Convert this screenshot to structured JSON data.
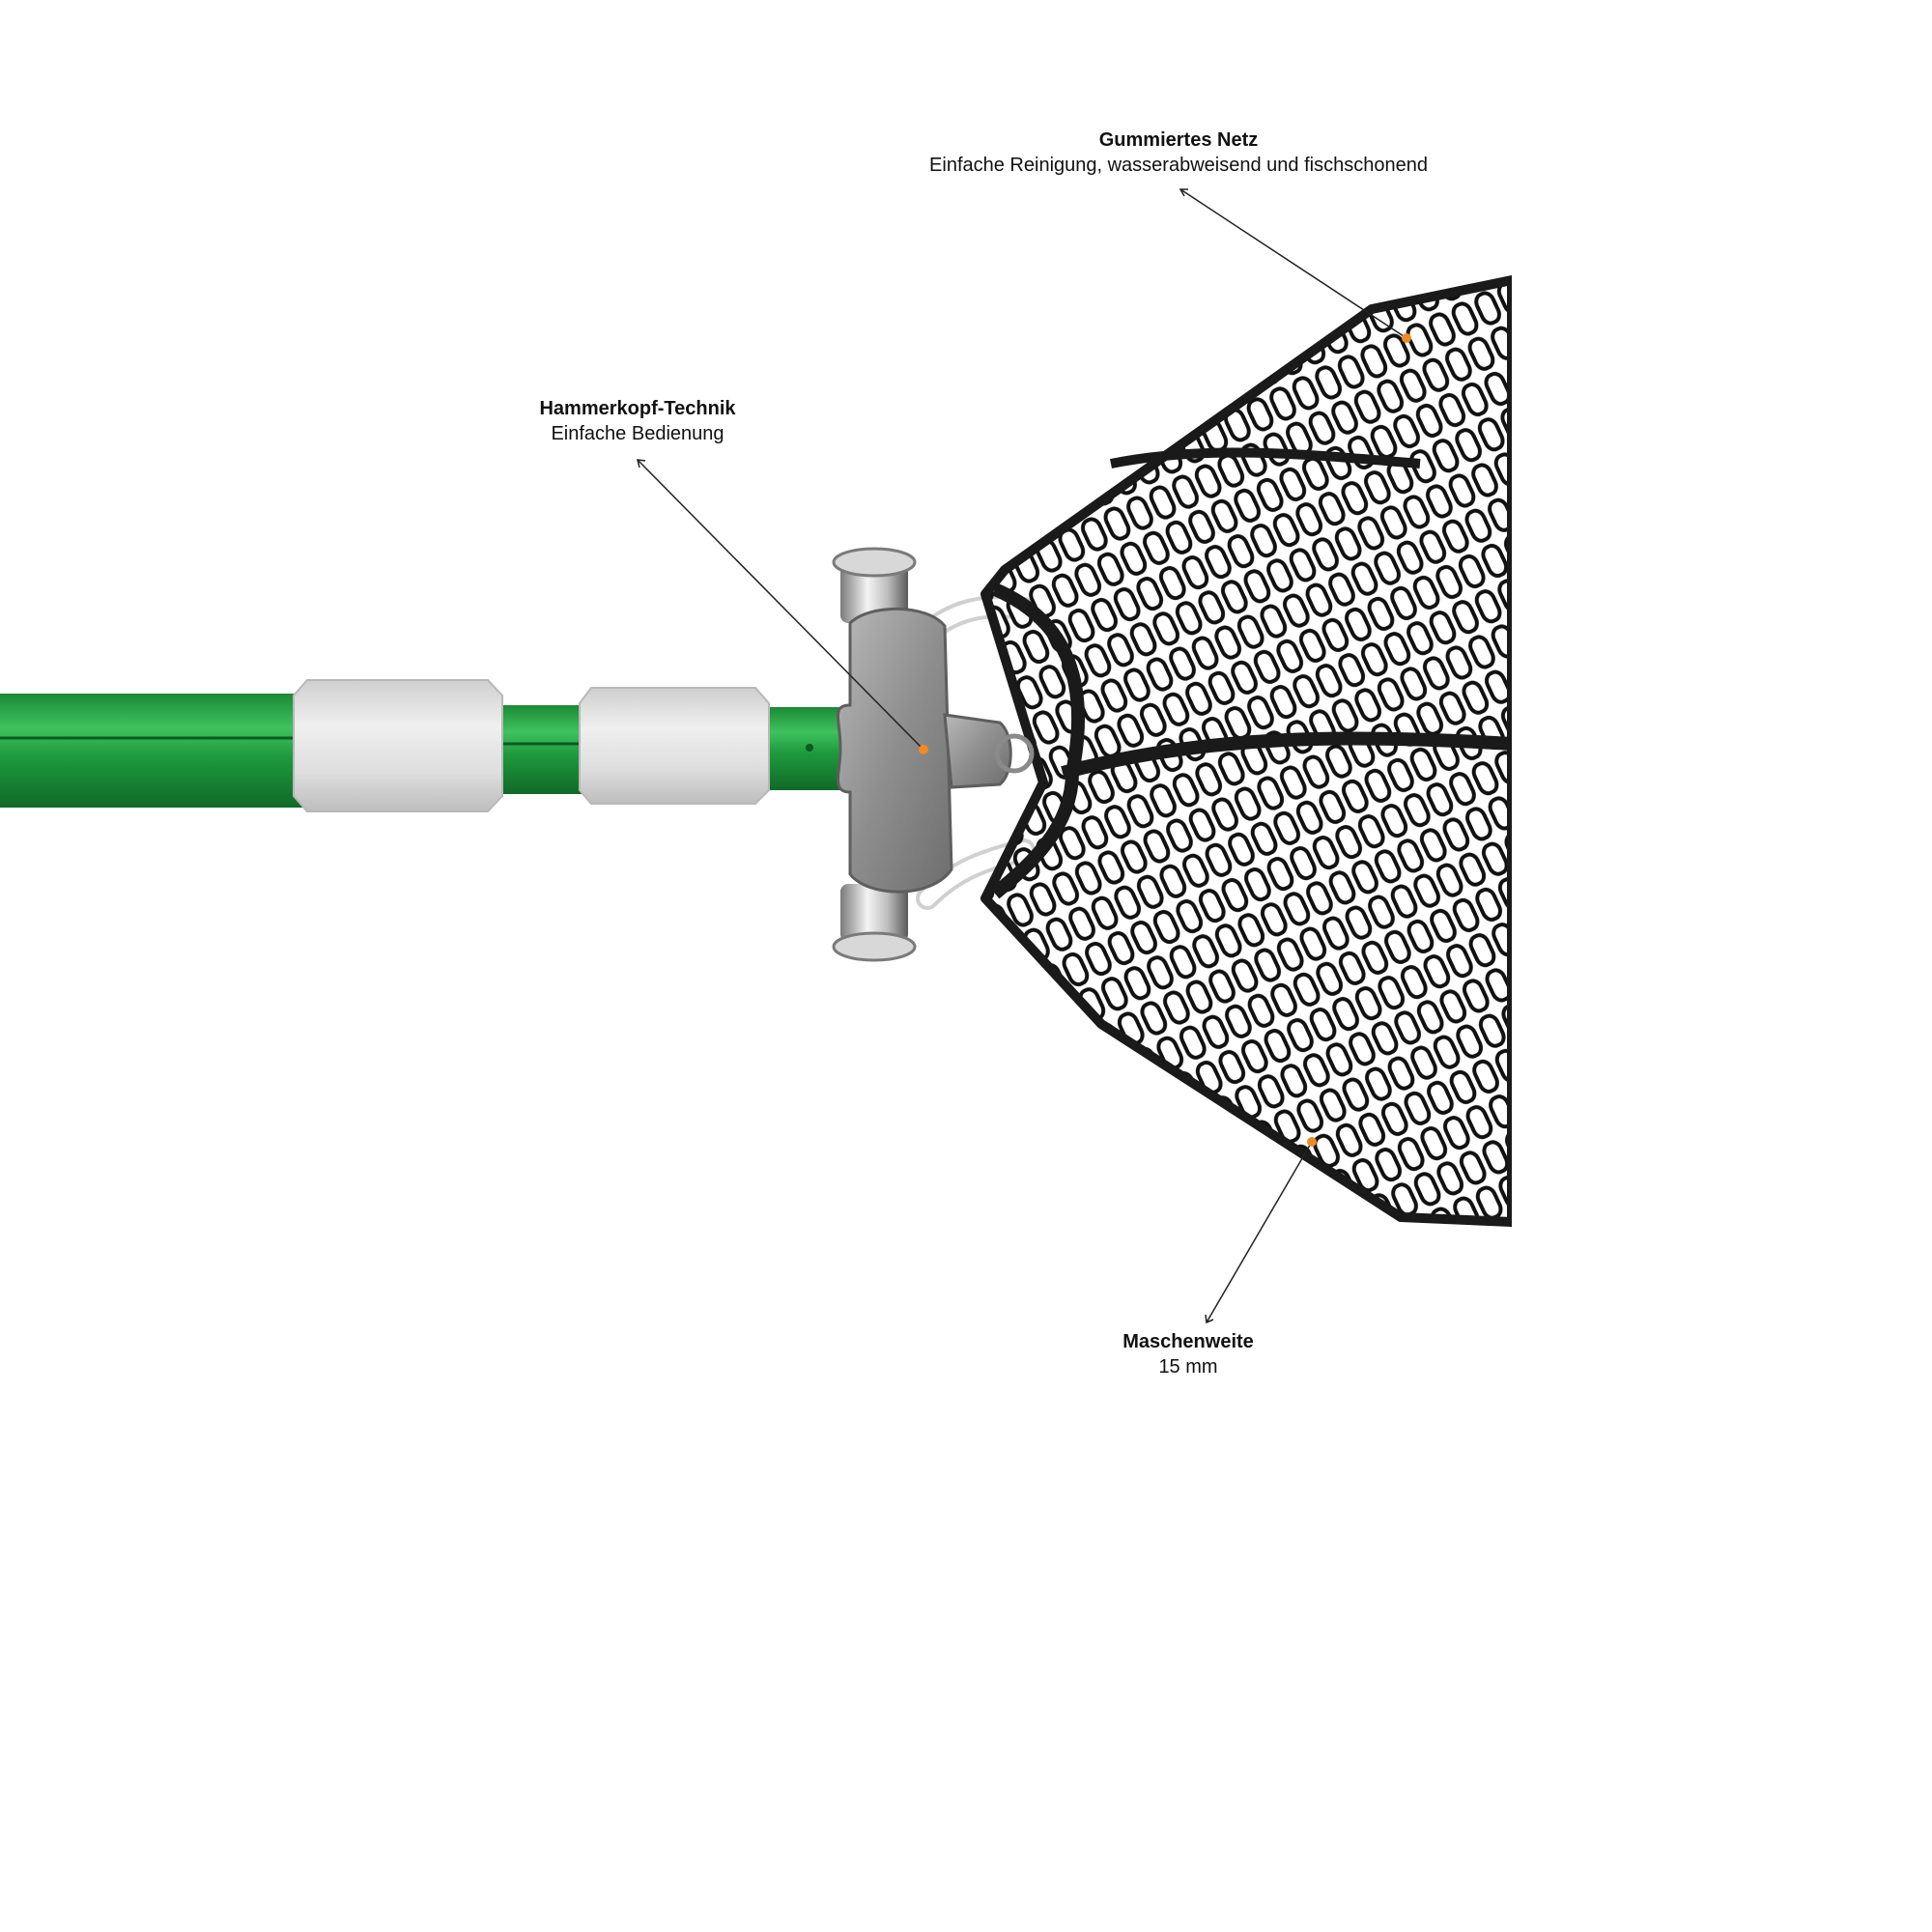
{
  "callouts": {
    "netz": {
      "title": "Gummiertes Netz",
      "desc": "Einfache Reinigung, wasserabweisend und fischschonend"
    },
    "hammer": {
      "title": "Hammerkopf-Technik",
      "desc": "Einfache Bedienung"
    },
    "masche": {
      "title": "Maschenweite",
      "desc": "15 mm"
    }
  },
  "colors": {
    "pole": "#1f9a3e",
    "collar": "#dcdcdc",
    "head": "#9a9a9a",
    "net": "#111111",
    "marker": "#f08a24"
  }
}
